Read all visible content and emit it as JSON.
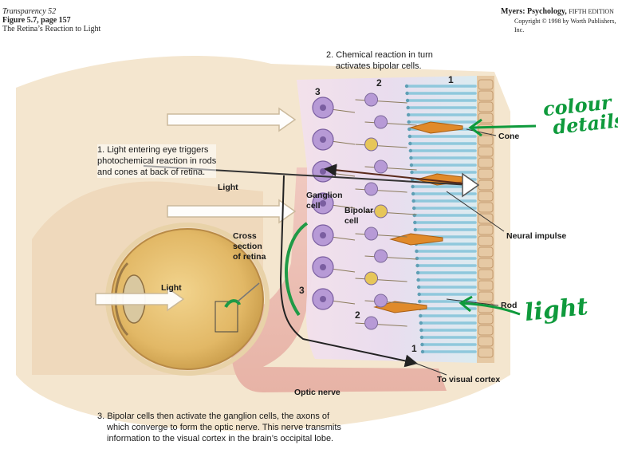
{
  "header": {
    "transparency": "Transparency 52",
    "figure": "Figure 5.7, page 157",
    "subtitle": "The Retina’s Reaction to Light",
    "publisher_title": "Myers: Psychology,",
    "edition": "FIFTH EDITION",
    "copyright": "Copyright © 1998 by Worth Publishers, Inc."
  },
  "captions": {
    "step1": [
      "1. Light entering eye triggers",
      "photochemical reaction in rods",
      "and cones at back of retina."
    ],
    "step2": [
      "2. Chemical reaction in turn",
      "activates bipolar cells."
    ],
    "step3": [
      "3. Bipolar cells then activate the ganglion cells, the axons of",
      "which converge to form the optic nerve. This nerve transmits",
      "information to the visual cortex in the brain’s occipital lobe."
    ]
  },
  "labels": {
    "light_top": "Light",
    "light_eye": "Light",
    "cross_section": [
      "Cross",
      "section",
      "of retina"
    ],
    "ganglion": [
      "Ganglion",
      "cell"
    ],
    "bipolar": [
      "Bipolar",
      "cell"
    ],
    "cone": "Cone",
    "neural_impulse": "Neural impulse",
    "rod": "Rod",
    "optic_nerve": "Optic nerve",
    "visual_cortex": "To visual cortex"
  },
  "layer_numbers": {
    "top": [
      "3",
      "2",
      "1"
    ],
    "bottom": [
      "3",
      "2",
      "1"
    ]
  },
  "annotations": {
    "handwritten_1": [
      "colour",
      "details"
    ],
    "handwritten_2": "light",
    "color": "#0f9a3c"
  },
  "colors": {
    "skin": "#f1dcb8",
    "eye": "#e8c27a",
    "cell_purple": "#b79ad6",
    "cell_yellow": "#e6c659",
    "cone_orange": "#e08a2a",
    "rod_blue": "#8fc8dc"
  }
}
